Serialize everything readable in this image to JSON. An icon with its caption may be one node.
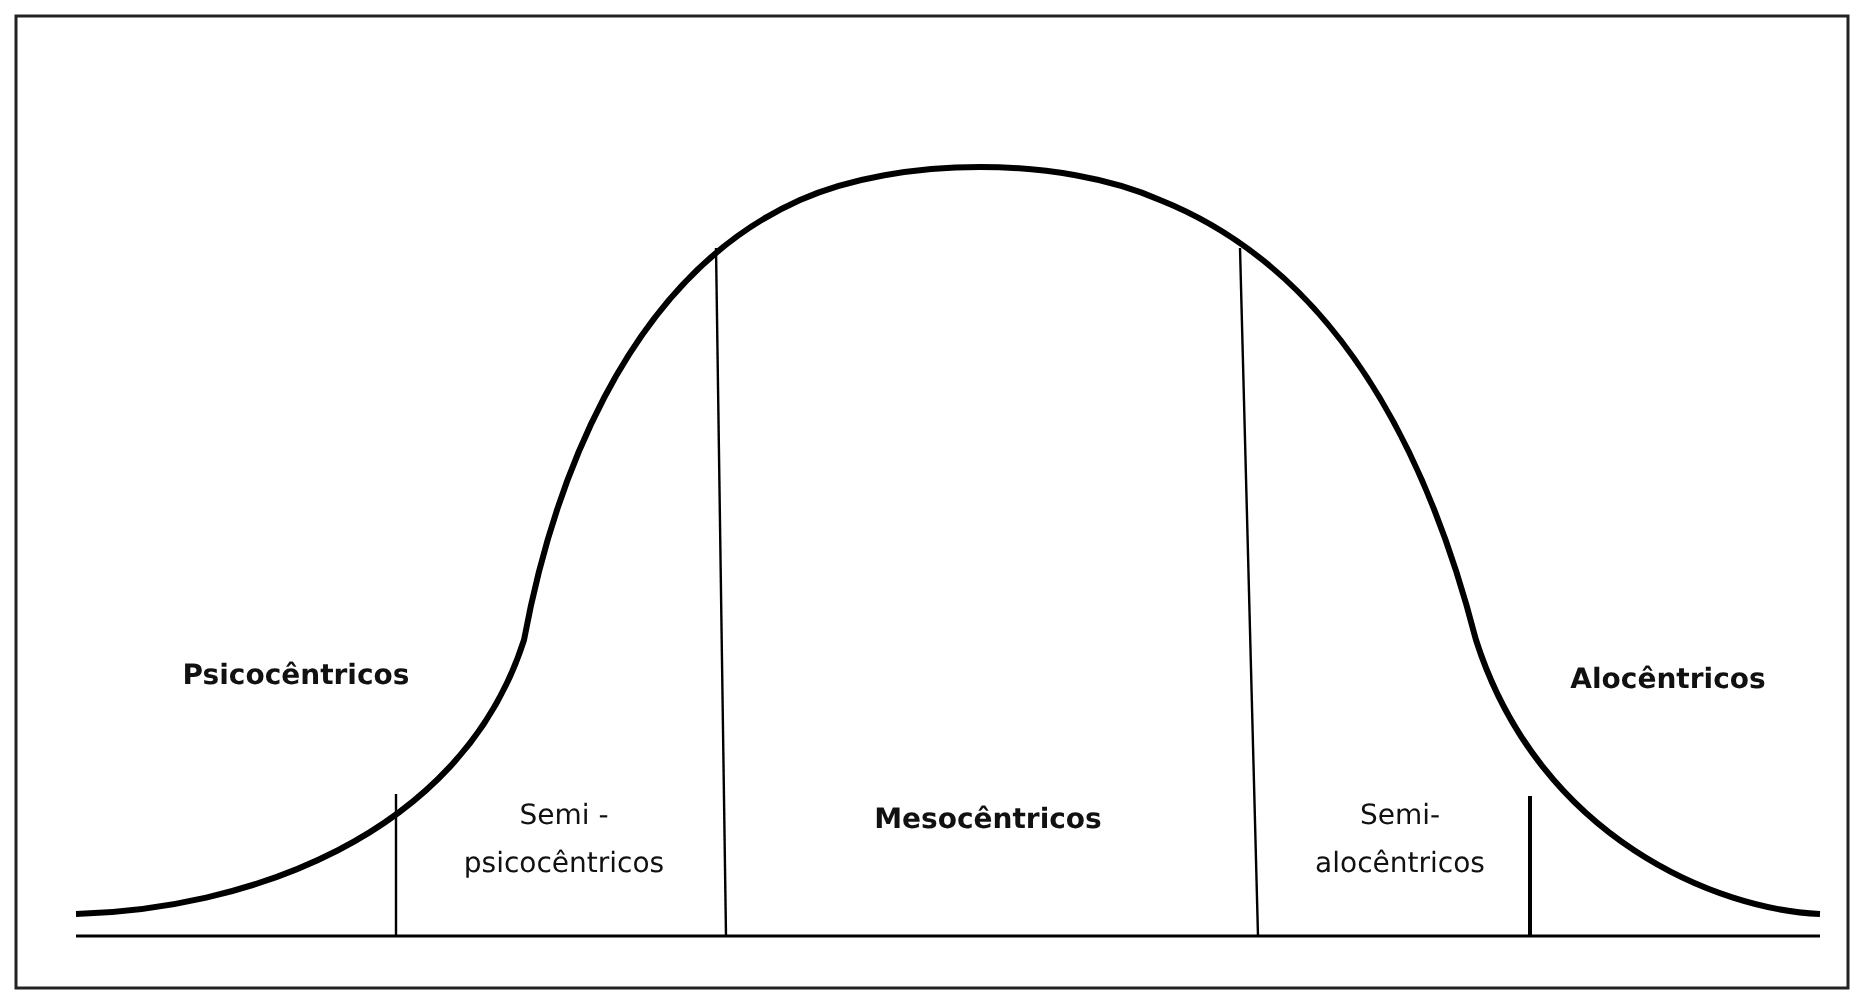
{
  "diagram": {
    "labels": [
      "Psicocêntricos",
      "Semi - psicocêntricos",
      "Mesocêntricos",
      "Semi- alocêntricos",
      "Alocêntricos"
    ]
  }
}
